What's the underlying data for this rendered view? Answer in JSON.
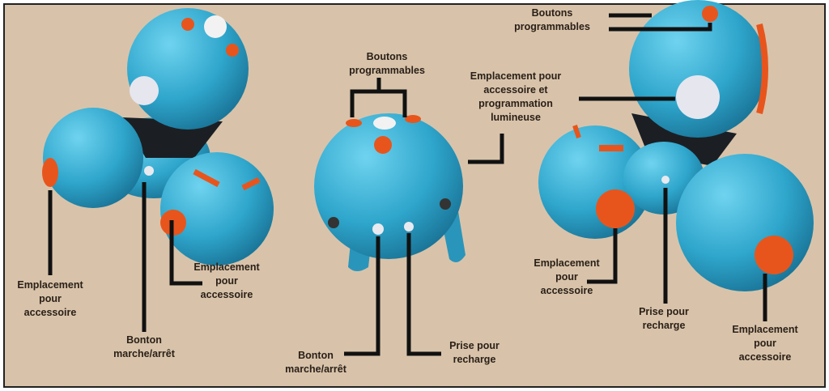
{
  "colors": {
    "background": "#d8c3aa",
    "robot_blue": "#2fa6cc",
    "accent_orange": "#e8551c",
    "line": "#111111"
  },
  "left_view": {
    "accessory_left": [
      "Emplacement",
      "pour",
      "accessoire"
    ],
    "power_button": [
      "Bonton",
      "marche/arrêt"
    ],
    "accessory_right": [
      "Emplacement",
      "pour",
      "accessoire"
    ]
  },
  "middle_view": {
    "buttons": [
      "Boutons",
      "programmables"
    ],
    "power_button": [
      "Bonton",
      "marche/arrêt"
    ],
    "charge_port": [
      "Prise pour",
      "recharge"
    ]
  },
  "right_view": {
    "buttons": [
      "Boutons",
      "programmables"
    ],
    "accessory_light": [
      "Emplacement pour",
      "accessoire et",
      "programmation",
      "lumineuse"
    ],
    "accessory_left": [
      "Emplacement",
      "pour",
      "accessoire"
    ],
    "charge_port": [
      "Prise pour",
      "recharge"
    ],
    "accessory_right": [
      "Emplacement",
      "pour",
      "accessoire"
    ]
  }
}
